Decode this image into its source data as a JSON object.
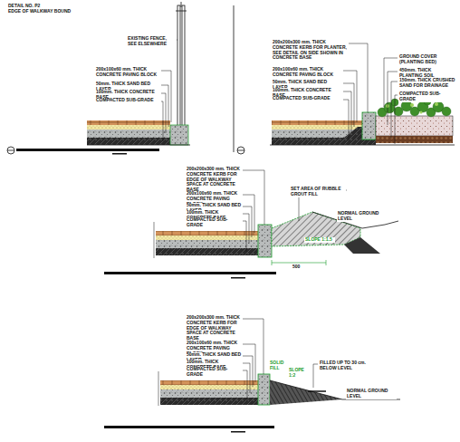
{
  "diagram": {
    "labels": [
      "DETAIL NO. P2",
      "EDGE OF WALKWAY BOUND",
      "EXISTING FENCE, SEE ELSEWHERE",
      "200x100x60 mm. THICK CONCRETE PAVING BLOCK",
      "50mm. THICK SAND BED LAYER",
      "100mm. THICK CONCRETE BASE",
      "COMPACTED SUB-GRADE",
      "200x200x300 mm. THICK CONCRETE KERB FOR PLANTER, SEE DETAIL ON SIDE SHOWN IN CONCRETE BASE",
      "200x100x60 mm. THICK CONCRETE PAVING BLOCK",
      "50mm. THICK SAND BED LAYER",
      "100mm. THICK CONCRETE BASE",
      "COMPACTED SUB-GRADE",
      "GROUND COVER (PLANTING BED)",
      "450mm. THICK PLANTING SOIL",
      "150mm. THICK CRUSHED SAND FOR DRAINAGE",
      "COMPACTED SUB-GRADE",
      "200x200x300 mm. THICK CONCRETE KERB FOR EDGE OF WALKWAY SPACE AT CONCRETE BASE",
      "200x100x60 mm. THICK CONCRETE PAVING BLOCK",
      "50mm. THICK SAND BED LAYER",
      "100mm. THICK CONCRETE BASE",
      "COMPACTED SUB-GRADE",
      "SET AREA OF RUBBLE GROUT FILL",
      "NORMAL GROUND LEVEL",
      "SLOPE 1:1.5",
      "500",
      "200x200x300 mm. THICK CONCRETE KERB FOR EDGE OF WALKWAY SPACE AT CONCRETE BASE",
      "200x100x60 mm. THICK CONCRETE PAVING BLOCK",
      "50mm. THICK SAND BED LAYER",
      "100mm. THICK CONCRETE BASE",
      "COMPACTED SUB-GRADE",
      "SOLID FILL",
      "SLOPE 1:2",
      "FILLED UP TO 30 cm. BELOW LEVEL",
      "NORMAL GROUND LEVEL"
    ]
  }
}
